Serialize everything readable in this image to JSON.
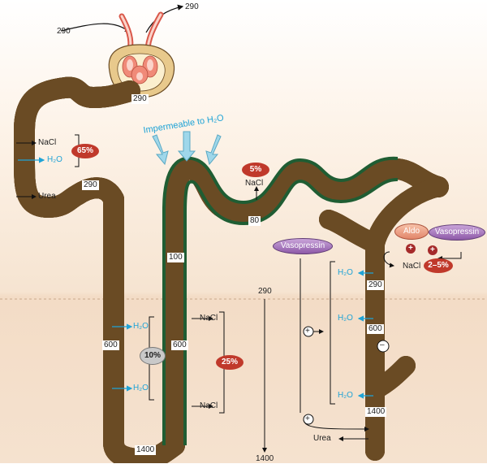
{
  "osmolality": {
    "afferent": "290",
    "efferent": "290",
    "bowman": "290",
    "descending_top": "290",
    "thick_ascending": "100",
    "distal": "80",
    "collecting_cortex": "290",
    "descending_mid": "600",
    "ascending_mid": "600",
    "collecting_mid": "600",
    "loop_tip": "1400",
    "collecting_bottom": "1400",
    "gradient_top": "290",
    "gradient_bottom": "1400"
  },
  "solutes": {
    "nacl": "NaCl",
    "h2o": "H₂O",
    "urea": "Urea"
  },
  "badges": {
    "proximal": "65%",
    "descending": "10%",
    "ascending": "25%",
    "distal": "5%",
    "collecting": "2–5%"
  },
  "hormones": {
    "vasopressin": "Vasopressin",
    "aldo": "Aldo",
    "plus": "+",
    "minus": "–"
  },
  "annotation": {
    "impermeable": "Impermeable to H₂O"
  },
  "colors": {
    "cortex": "#fdf1e4",
    "medulla": "#f3dcc6",
    "tubule_outer": "#e6c98f",
    "tubule_inner": "#fbefcf",
    "thick_segment": "#1f5d33",
    "water_arrow": "#1fa3d6",
    "badge": "#c0392b",
    "vasopressin": "#9a68b4",
    "aldosterone": "#e8967a"
  }
}
